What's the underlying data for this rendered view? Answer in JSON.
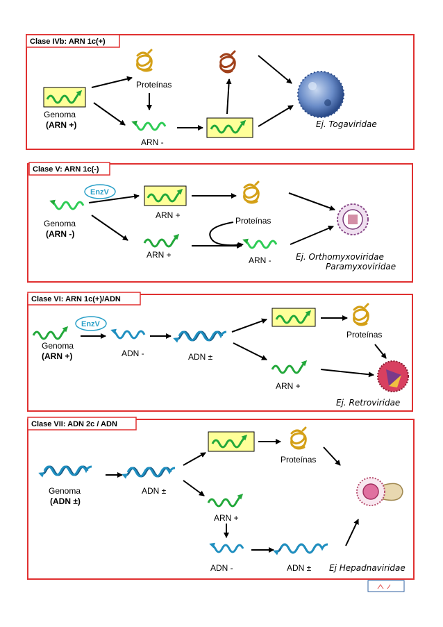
{
  "panels": [
    {
      "title": "Clase IVb: ARN 1c(+)",
      "genome_line1": "Genoma",
      "genome_line2": "(ARN +)",
      "proteins": "Proteínas",
      "rna_minus": "ARN -",
      "example": "Ej.  Togaviridae"
    },
    {
      "title": "Clase V: ARN 1c(-)",
      "enzyme": "EnzV",
      "genome_line1": "Genoma",
      "genome_line2": "(ARN -)",
      "rna_plus_top": "ARN +",
      "rna_plus_bottom": "ARN +",
      "proteins": "Proteínas",
      "rna_minus": "ARN -",
      "example_line1": "Ej.  Orthomyxoviridae",
      "example_line2": "Paramyxoviridae"
    },
    {
      "title": "Clase VI: ARN 1c(+)/ADN",
      "enzyme": "EnzV",
      "genome_line1": "Genoma",
      "genome_line2": "(ARN +)",
      "dna_minus": "ADN -",
      "dna_pm": "ADN ±",
      "proteins": "Proteínas",
      "rna_plus": "ARN +",
      "example": "Ej.  Retroviridae"
    },
    {
      "title": "Clase VII: ADN 2c / ADN",
      "genome_line1": "Genoma",
      "genome_line2": "(ADN ±)",
      "dna_pm": "ADN ±",
      "proteins": "Proteínas",
      "rna_plus": "ARN +",
      "dna_minus": "ADN -",
      "dna_pm_bottom": "ADN ±",
      "example": "Ej  Hepadnaviridae"
    }
  ],
  "colors": {
    "panel_border": "#e03030",
    "label_border": "#e03030",
    "box_fill": "#ffff99",
    "rna_green": "#22a83a",
    "rna_light": "#2ecc55",
    "dna_blue": "#1f8fc0",
    "dna_dark": "#1b5e88",
    "protein_gold": "#d4a017",
    "protein_brown": "#a0401a",
    "enzyme_blue": "#2aa0c8",
    "virion_blue": "#4a6fb0"
  }
}
